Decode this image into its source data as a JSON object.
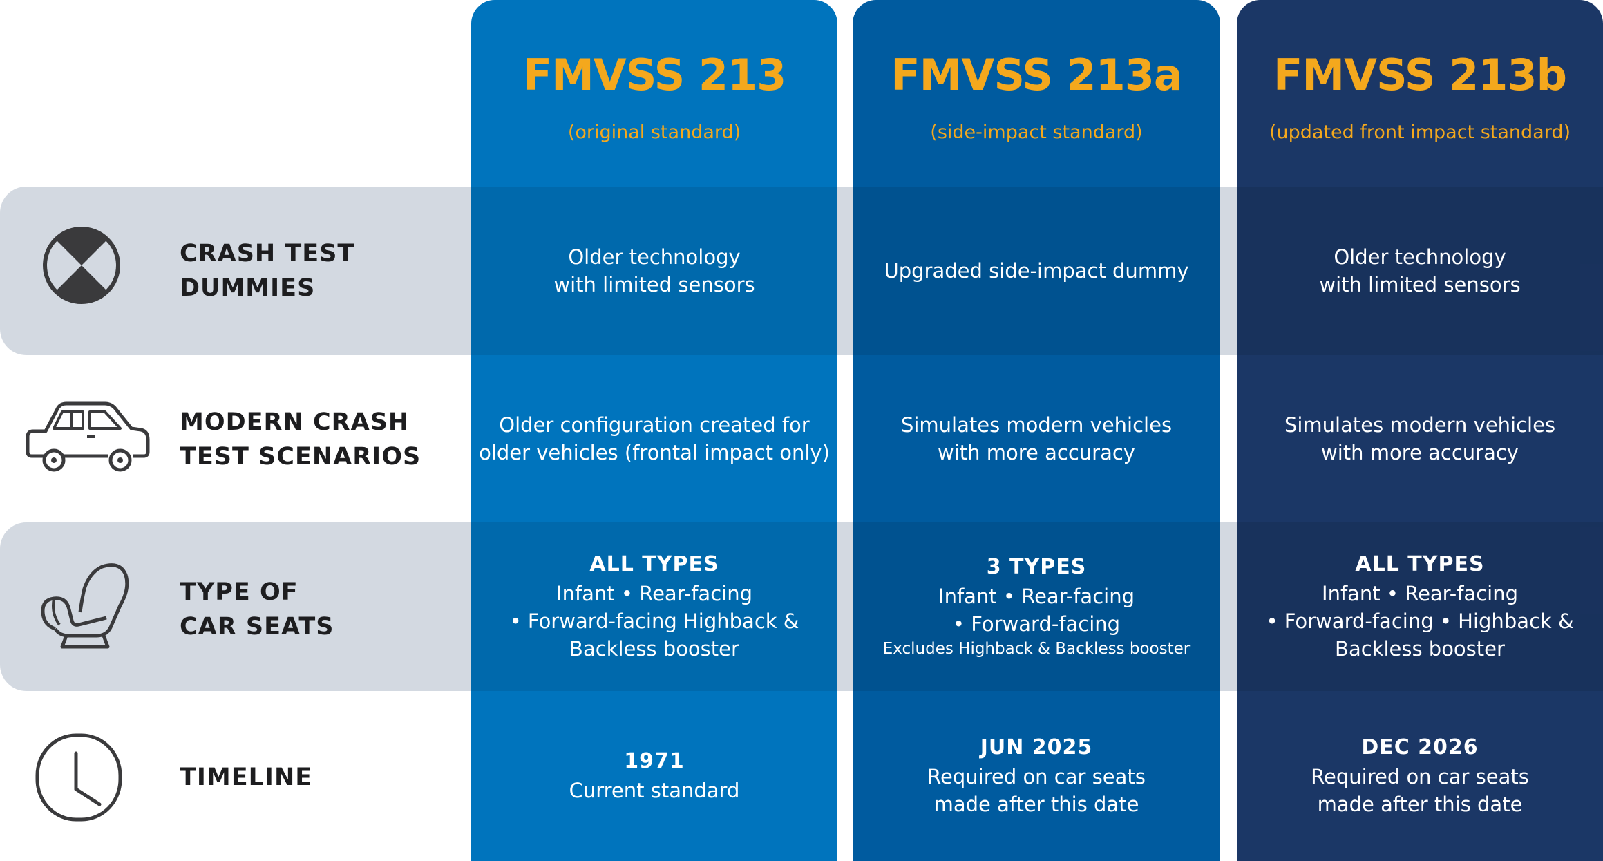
{
  "columns": [
    {
      "title": "FMVSS 213",
      "subtitle": "(original standard)",
      "color": "#0074bd",
      "dummies": [
        "Older technology",
        "with limited sensors"
      ],
      "scenarios": [
        "Older configuration created for",
        "older vehicles (frontal impact only)"
      ],
      "seats": {
        "heading": "ALL TYPES",
        "lines": [
          "Infant  • Rear-facing",
          "• Forward-facing Highback &",
          "Backless booster"
        ],
        "note": ""
      },
      "timeline": {
        "heading": "1971",
        "lines": [
          "Current standard"
        ]
      }
    },
    {
      "title": "FMVSS 213a",
      "subtitle": "(side-impact standard)",
      "color": "#005b9f",
      "dummies": [
        "Upgraded side-impact dummy"
      ],
      "scenarios": [
        "Simulates modern vehicles",
        "with more accuracy"
      ],
      "seats": {
        "heading": "3 TYPES",
        "lines": [
          "Infant  • Rear-facing",
          "• Forward-facing"
        ],
        "note": "Excludes Highback & Backless booster"
      },
      "timeline": {
        "heading": "JUN 2025",
        "lines": [
          "Required on car seats",
          "made after this date"
        ]
      }
    },
    {
      "title": "FMVSS 213b",
      "subtitle": "(updated front impact standard)",
      "color": "#1b3766",
      "dummies": [
        "Older technology",
        "with limited sensors"
      ],
      "scenarios": [
        "Simulates modern vehicles",
        "with more accuracy"
      ],
      "seats": {
        "heading": "ALL TYPES",
        "lines": [
          "Infant  • Rear-facing",
          "• Forward-facing • Highback &",
          "Backless booster"
        ],
        "note": ""
      },
      "timeline": {
        "heading": "DEC 2026",
        "lines": [
          "Required on car seats",
          "made after this date"
        ]
      }
    }
  ],
  "rows": [
    {
      "key": "dummies",
      "label": [
        "CRASH TEST",
        "DUMMIES"
      ],
      "icon": "crash-test-dummy-icon"
    },
    {
      "key": "scenarios",
      "label": [
        "MODERN CRASH",
        "TEST SCENARIOS"
      ],
      "icon": "car-icon"
    },
    {
      "key": "seats",
      "label": [
        "TYPE OF",
        "CAR SEATS"
      ],
      "icon": "car-seat-icon"
    },
    {
      "key": "timeline",
      "label": [
        "TIMELINE"
      ],
      "icon": "clock-icon"
    }
  ],
  "colors": {
    "band": "#d3d9e1",
    "accent": "#f4a81d",
    "text": "#1d1d1f"
  }
}
